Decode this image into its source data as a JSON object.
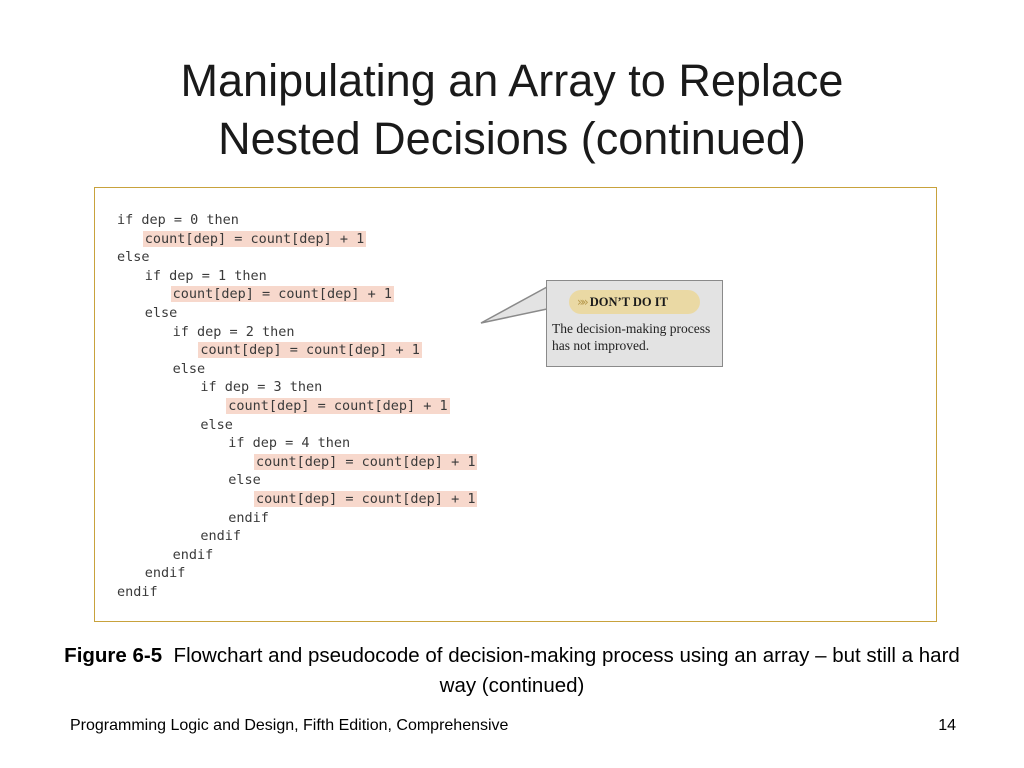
{
  "slide": {
    "title_line1": "Manipulating an Array to Replace",
    "title_line2": "Nested Decisions (continued)"
  },
  "code_lines": [
    {
      "text": "if dep = 0 then",
      "indent": 0,
      "highlight": false
    },
    {
      "text": "count[dep] = count[dep] + 1",
      "indent": 1,
      "highlight": true
    },
    {
      "text": "else",
      "indent": 0,
      "highlight": false
    },
    {
      "text": "if dep = 1 then",
      "indent": 1,
      "highlight": false
    },
    {
      "text": "count[dep] = count[dep] + 1",
      "indent": 2,
      "highlight": true
    },
    {
      "text": "else",
      "indent": 1,
      "highlight": false
    },
    {
      "text": "if dep = 2 then",
      "indent": 2,
      "highlight": false
    },
    {
      "text": "count[dep] = count[dep] + 1",
      "indent": 3,
      "highlight": true
    },
    {
      "text": "else",
      "indent": 2,
      "highlight": false
    },
    {
      "text": "if dep = 3 then",
      "indent": 3,
      "highlight": false
    },
    {
      "text": "count[dep] = count[dep] + 1",
      "indent": 4,
      "highlight": true
    },
    {
      "text": "else",
      "indent": 3,
      "highlight": false
    },
    {
      "text": "if dep = 4 then",
      "indent": 4,
      "highlight": false
    },
    {
      "text": "count[dep] = count[dep] + 1",
      "indent": 5,
      "highlight": true
    },
    {
      "text": "else",
      "indent": 4,
      "highlight": false
    },
    {
      "text": "count[dep] = count[dep] + 1",
      "indent": 5,
      "highlight": true
    },
    {
      "text": "endif",
      "indent": 4,
      "highlight": false
    },
    {
      "text": "endif",
      "indent": 3,
      "highlight": false
    },
    {
      "text": "endif",
      "indent": 2,
      "highlight": false
    },
    {
      "text": "endif",
      "indent": 1,
      "highlight": false
    },
    {
      "text": "endif",
      "indent": 0,
      "highlight": false
    }
  ],
  "callout": {
    "badge": "DON’T DO IT",
    "text": "The decision-making process has not improved."
  },
  "caption": {
    "figure_label": "Figure 6-5",
    "text": "Flowchart and pseudocode of decision-making process using an array – but still a hard way (continued)"
  },
  "footer": {
    "left": "Programming Logic and Design, Fifth Edition, Comprehensive",
    "page_number": "14"
  },
  "colors": {
    "highlight": "#f7d8cc",
    "figure_border": "#c8a23c",
    "callout_bg": "#e3e3e3",
    "badge_bg": "#ead9a4"
  }
}
